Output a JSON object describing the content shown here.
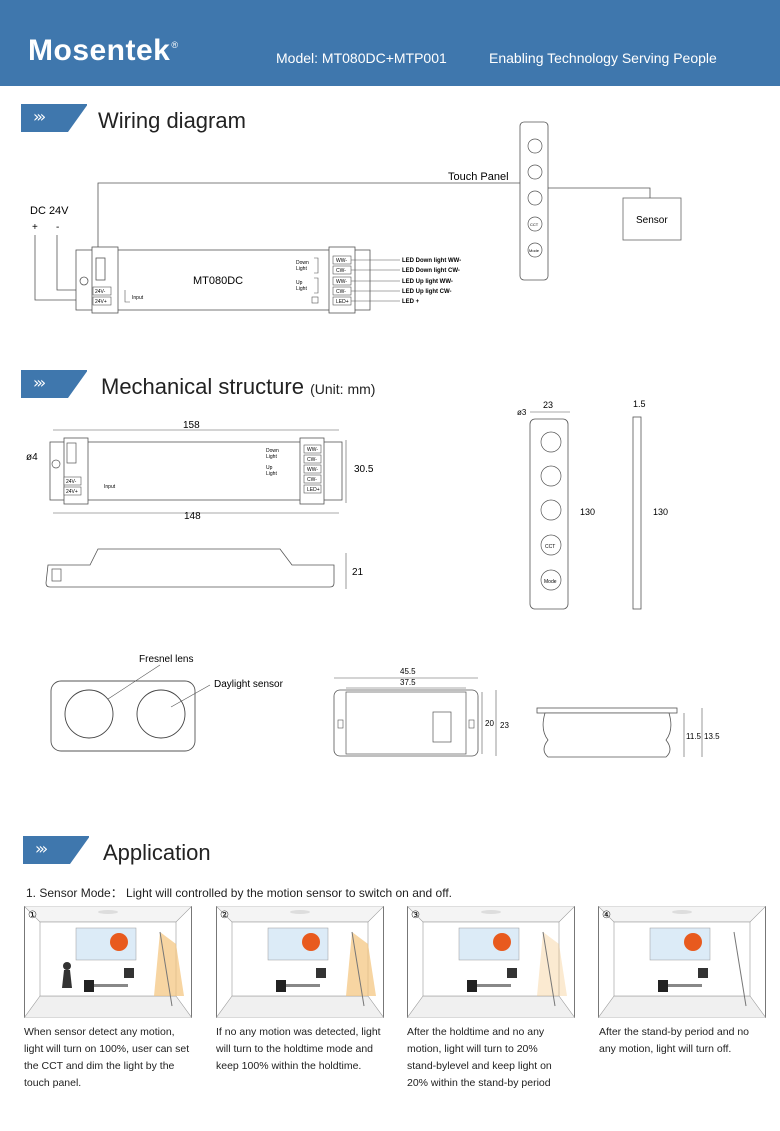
{
  "header": {
    "logo": "Mosentek",
    "logo_mark": "®",
    "model": "Model: MT080DC+MTP001",
    "slogan": "Enabling Technology Serving People"
  },
  "sections": {
    "wiring": "Wiring diagram",
    "mechanical": "Mechanical structure",
    "mechanical_unit": "(Unit: mm)",
    "application": "Application"
  },
  "wiring": {
    "dc_label": "DC 24V",
    "plus": "+",
    "minus": "-",
    "touch_panel": "Touch Panel",
    "sensor": "Sensor",
    "device_name": "MT080DC",
    "down_light": [
      "Down",
      "Light"
    ],
    "up_light": [
      "Up",
      "Light"
    ],
    "terminals": [
      "WW-",
      "CW-",
      "WW-",
      "CW-",
      "LED+"
    ],
    "input_terminals": [
      "24V-",
      "24V+"
    ],
    "input": "Input",
    "outputs": [
      "LED Down light WW-",
      "LED Down light CW-",
      "LED Up light WW-",
      "LED Up light CW-",
      "LED +"
    ],
    "btn_cct": "CCT",
    "btn_mode": "Mode"
  },
  "mechanical": {
    "length_outer": "158",
    "length_inner": "148",
    "height": "30.5",
    "hole": "ø4",
    "depth": "21",
    "panel_width": "23",
    "panel_hole": "ø3",
    "panel_height": "130",
    "panel_side_height": "130",
    "panel_thickness": "1.5",
    "fresnel": "Fresnel lens",
    "daylight": "Daylight sensor",
    "sensor_w_outer": "45.5",
    "sensor_w_inner": "37.5",
    "sensor_h_inner": "20",
    "sensor_h_outer": "23",
    "sensor_d_inner": "11.5",
    "sensor_d_outer": "13.5"
  },
  "application": {
    "mode_line": "1. Sensor Mode： Light will controlled by the motion sensor to switch on and off.",
    "panels": [
      {
        "num": "①",
        "caption": [
          "When sensor detect any motion,",
          "light will turn on 100%, user can set",
          "the CCT and dim the light by the",
          "touch panel."
        ]
      },
      {
        "num": "②",
        "caption": [
          "If no any motion was detected, light",
          "will turn to the holdtime mode and",
          "keep 100% within the holdtime."
        ]
      },
      {
        "num": "③",
        "caption": [
          "After the holdtime and no any",
          "motion, light will turn to 20%",
          "stand-bylevel and keep light on",
          "20% within the stand-by period"
        ]
      },
      {
        "num": "④",
        "caption": [
          "After the stand-by period and no",
          "any motion, light will turn off."
        ]
      }
    ]
  },
  "colors": {
    "brand": "#3f77ad",
    "sun": "#e85a1e",
    "light_beam": "#f3c37a"
  }
}
